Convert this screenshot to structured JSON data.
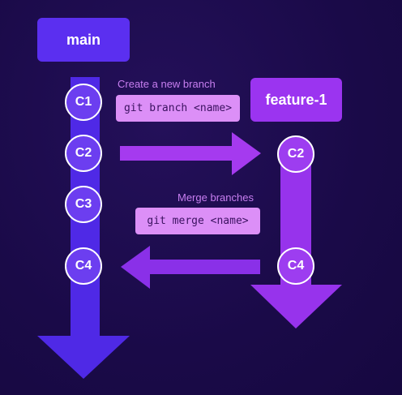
{
  "branches": {
    "main": "main",
    "feature": "feature-1"
  },
  "commits": {
    "main": [
      "C1",
      "C2",
      "C3",
      "C4"
    ],
    "feature": [
      "C2",
      "C4"
    ]
  },
  "actions": {
    "create": {
      "caption": "Create a new branch",
      "command": "git branch <name>"
    },
    "merge": {
      "caption": "Merge branches",
      "command": "git merge <name>"
    }
  },
  "colors": {
    "background": "#1a0a48",
    "main": "#5b2ff0",
    "feature": "#9b34f0",
    "command_box": "#dc8ff7",
    "caption": "#c77ef0"
  }
}
